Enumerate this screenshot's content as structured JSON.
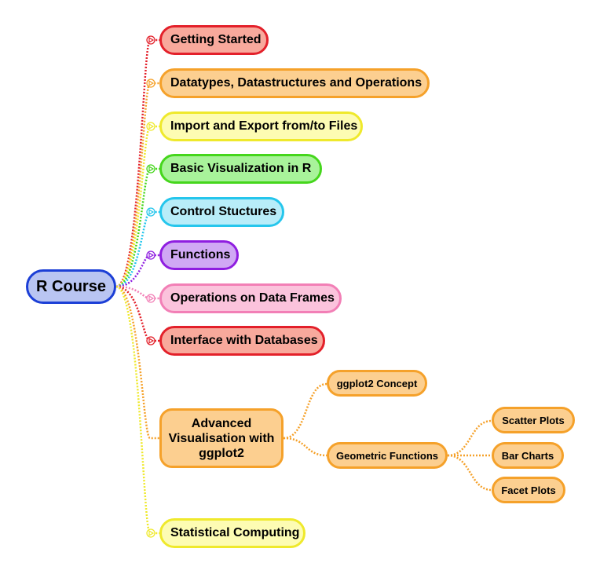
{
  "colors": {
    "red": "#e3202a",
    "orange": "#f5a12a",
    "yellow": "#efe92c",
    "green": "#45d61c",
    "cyan": "#25c6ec",
    "purple": "#8f1de0",
    "pink": "#f27fb6",
    "root": "#1c3fd6"
  },
  "root": {
    "label": "R Course"
  },
  "topics": [
    {
      "label": "Getting Started",
      "color": "red",
      "icon": "play-circle-icon"
    },
    {
      "label": "Datatypes, Datastructures and Operations",
      "color": "orange",
      "icon": "play-circle-icon"
    },
    {
      "label": "Import and Export from/to Files",
      "color": "yellow",
      "icon": "play-circle-icon"
    },
    {
      "label": "Basic Visualization in R",
      "color": "green",
      "icon": "play-circle-icon"
    },
    {
      "label": "Control Stuctures",
      "color": "cyan",
      "icon": "play-circle-icon"
    },
    {
      "label": "Functions",
      "color": "purple",
      "icon": "play-circle-icon"
    },
    {
      "label": "Operations on Data Frames",
      "color": "pink",
      "icon": "play-circle-icon"
    },
    {
      "label": "Interface with Databases",
      "color": "red",
      "icon": "play-circle-icon"
    },
    {
      "label": "Advanced Visualisation with ggplot2",
      "color": "orange"
    },
    {
      "label": "Statistical Computing",
      "color": "yellow",
      "icon": "play-circle-icon"
    }
  ],
  "subtopics": {
    "concept": "ggplot2 Concept",
    "geometric": "Geometric Functions",
    "scatter": "Scatter Plots",
    "bar": "Bar Charts",
    "facet": "Facet Plots"
  }
}
